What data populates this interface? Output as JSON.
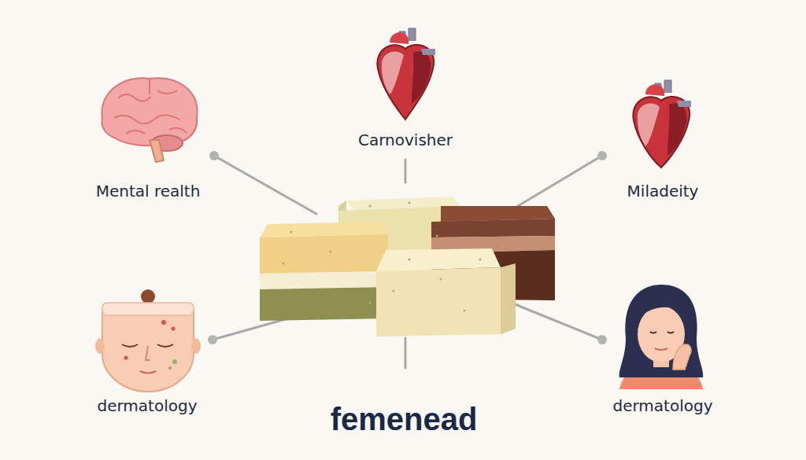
{
  "diagram": {
    "title": "femenead",
    "labels": [
      "Mental realth",
      "Carnovisher",
      "Miladeity",
      "dermatology",
      "dermatology"
    ]
  }
}
